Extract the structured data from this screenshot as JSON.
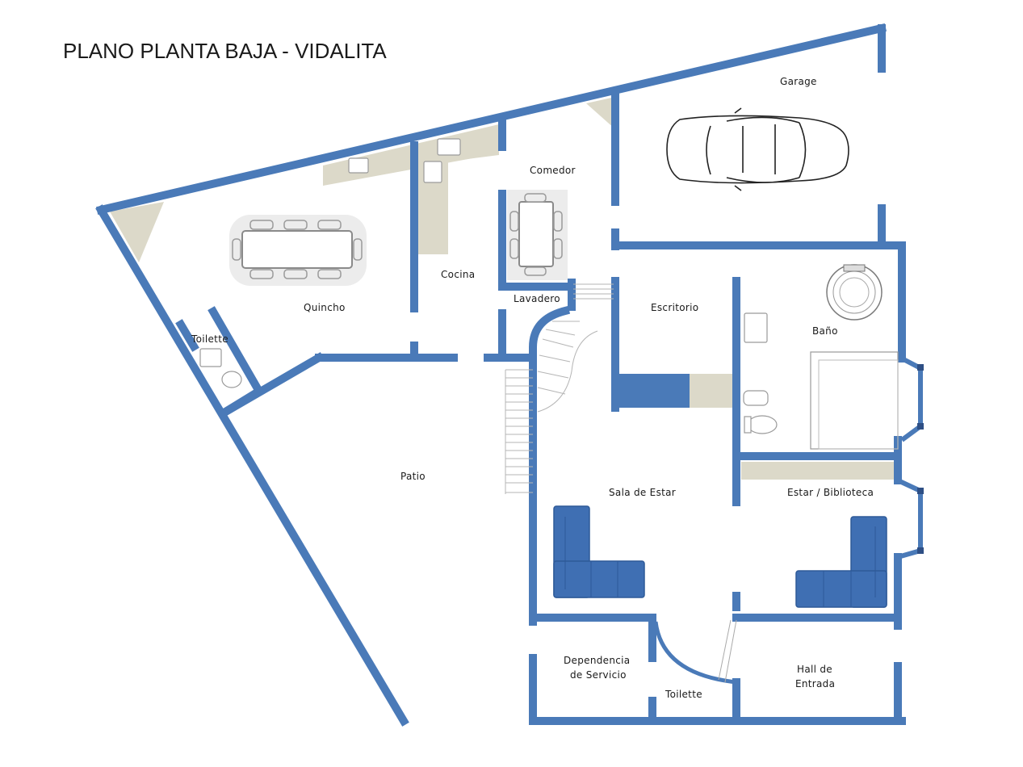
{
  "title": "PLANO PLANTA BAJA - VIDALITA",
  "rooms": {
    "garage": "Garage",
    "comedor": "Comedor",
    "cocina": "Cocina",
    "quincho": "Quincho",
    "lavadero": "Lavadero",
    "escritorio": "Escritorio",
    "bano": "Baño",
    "toilette_left": "Toilette",
    "patio": "Patio",
    "sala": "Sala de Estar",
    "estar": "Estar / Biblioteca",
    "dependencia_1": "Dependencia",
    "dependencia_2": "de Servicio",
    "toilette_bottom": "Toilette",
    "hall_1": "Hall de",
    "hall_2": "Entrada"
  },
  "colors": {
    "wall": "#4a7ab8",
    "counter": "#dcd9c9",
    "sofa": "#3f6fb3"
  }
}
